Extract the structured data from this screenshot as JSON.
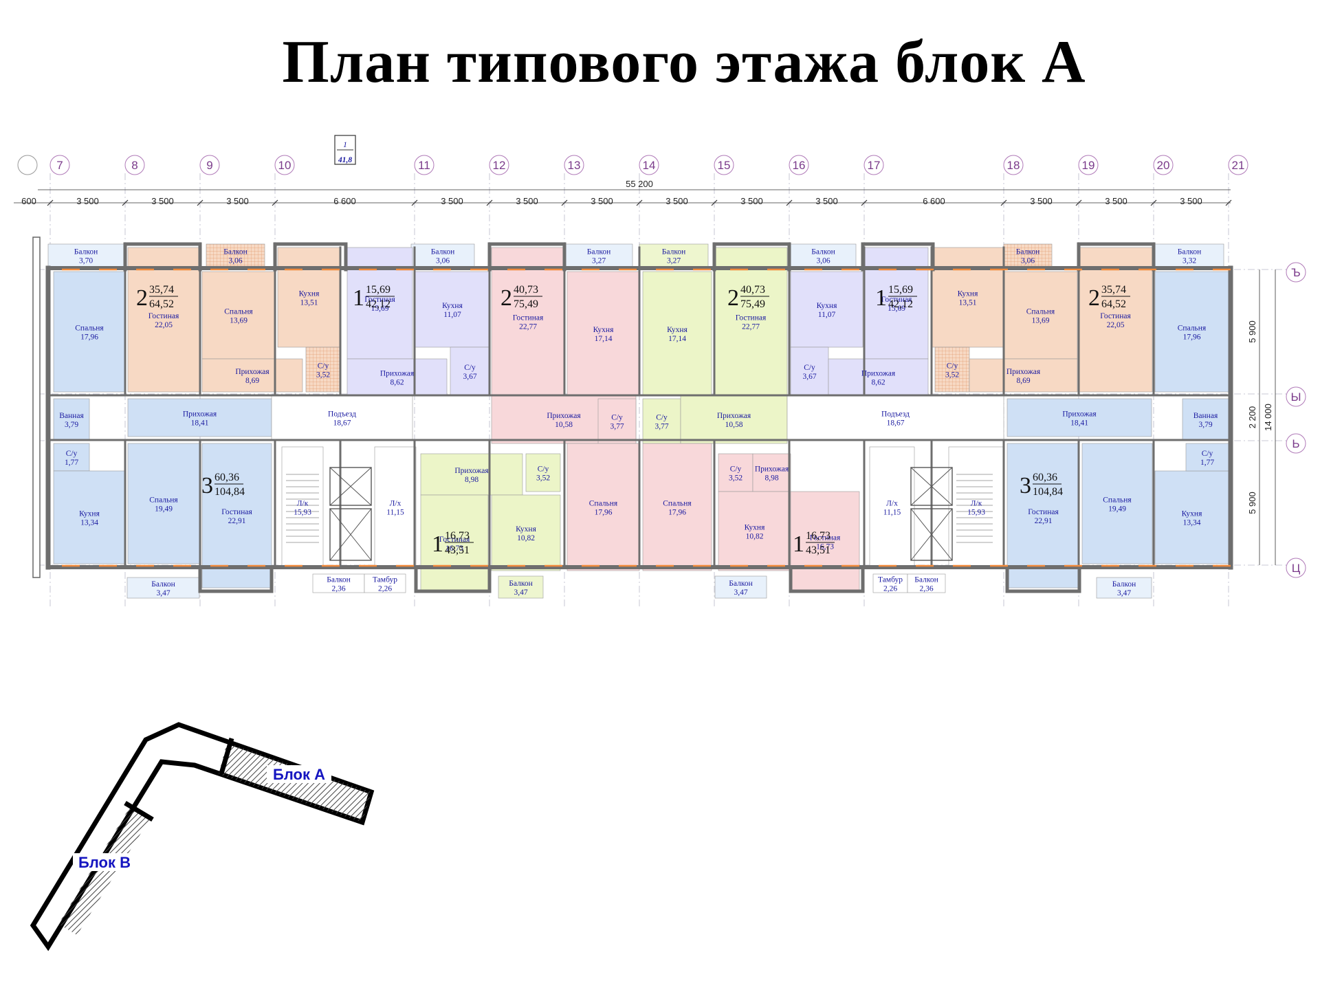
{
  "title": "План типового этажа блок А",
  "axes_top": [
    "7",
    "8",
    "9",
    "10",
    "11",
    "12",
    "13",
    "14",
    "15",
    "16",
    "17",
    "18",
    "19",
    "20",
    "21"
  ],
  "axes_right": [
    "Ъ",
    "Ы",
    "Ь",
    "Ц"
  ],
  "marker": {
    "num": "1",
    "area": "41,8"
  },
  "dims_top": {
    "total": "55 200",
    "offset": "600",
    "spans": [
      "3 500",
      "3 500",
      "3 500",
      "6 600",
      "3 500",
      "3 500",
      "3 500",
      "3 500",
      "3 500",
      "3 500",
      "6 600",
      "3 500",
      "3 500",
      "3 500"
    ]
  },
  "dims_right": {
    "d1": "5 900",
    "d2": "2 200",
    "d3": "5 900",
    "total": "14 000"
  },
  "apartments": [
    {
      "rooms": "2",
      "living": "35,74",
      "total": "64,52"
    },
    {
      "rooms": "1",
      "living": "15,69",
      "total": "42,12"
    },
    {
      "rooms": "2",
      "living": "40,73",
      "total": "75,49"
    },
    {
      "rooms": "2",
      "living": "40,73",
      "total": "75,49"
    },
    {
      "rooms": "1",
      "living": "15,69",
      "total": "42,12"
    },
    {
      "rooms": "2",
      "living": "35,74",
      "total": "64,52"
    },
    {
      "rooms": "3",
      "living": "60,36",
      "total": "104,84"
    },
    {
      "rooms": "1",
      "living": "16,73",
      "total": "43,51"
    },
    {
      "rooms": "1",
      "living": "16,73",
      "total": "43,51"
    },
    {
      "rooms": "3",
      "living": "60,36",
      "total": "104,84"
    }
  ],
  "rooms": [
    {
      "name": "Балкон",
      "area": "3,70"
    },
    {
      "name": "Балкон",
      "area": "3,06"
    },
    {
      "name": "Балкон",
      "area": "3,06"
    },
    {
      "name": "Балкон",
      "area": "3,27"
    },
    {
      "name": "Балкон",
      "area": "3,27"
    },
    {
      "name": "Балкон",
      "area": "3,06"
    },
    {
      "name": "Балкон",
      "area": "3,06"
    },
    {
      "name": "Балкон",
      "area": "3,32"
    },
    {
      "name": "Спальня",
      "area": "17,96"
    },
    {
      "name": "Гостиная",
      "area": "22,05"
    },
    {
      "name": "Спальня",
      "area": "13,69"
    },
    {
      "name": "Кухня",
      "area": "13,51"
    },
    {
      "name": "Прихожая",
      "area": "8,69"
    },
    {
      "name": "С/у",
      "area": "3,52"
    },
    {
      "name": "Гостиная",
      "area": "15,69"
    },
    {
      "name": "Кухня",
      "area": "11,07"
    },
    {
      "name": "Прихожая",
      "area": "8,62"
    },
    {
      "name": "С/у",
      "area": "3,67"
    },
    {
      "name": "Гостиная",
      "area": "22,77"
    },
    {
      "name": "Кухня",
      "area": "17,14"
    },
    {
      "name": "Кухня",
      "area": "17,14"
    },
    {
      "name": "Гостиная",
      "area": "22,77"
    },
    {
      "name": "Кухня",
      "area": "11,07"
    },
    {
      "name": "С/у",
      "area": "3,67"
    },
    {
      "name": "Гостиная",
      "area": "15,69"
    },
    {
      "name": "Прихожая",
      "area": "8,62"
    },
    {
      "name": "Кухня",
      "area": "13,51"
    },
    {
      "name": "С/у",
      "area": "3,52"
    },
    {
      "name": "Спальня",
      "area": "13,69"
    },
    {
      "name": "Прихожая",
      "area": "8,69"
    },
    {
      "name": "Гостиная",
      "area": "22,05"
    },
    {
      "name": "Спальня",
      "area": "17,96"
    },
    {
      "name": "Ванная",
      "area": "3,79"
    },
    {
      "name": "Прихожая",
      "area": "18,41"
    },
    {
      "name": "Подъезд",
      "area": "18,67"
    },
    {
      "name": "Прихожая",
      "area": "10,58"
    },
    {
      "name": "С/у",
      "area": "3,77"
    },
    {
      "name": "С/у",
      "area": "3,77"
    },
    {
      "name": "Прихожая",
      "area": "10,58"
    },
    {
      "name": "Подъезд",
      "area": "18,67"
    },
    {
      "name": "Прихожая",
      "area": "18,41"
    },
    {
      "name": "Ванная",
      "area": "3,79"
    },
    {
      "name": "С/у",
      "area": "1,77"
    },
    {
      "name": "Кухня",
      "area": "13,34"
    },
    {
      "name": "Спальня",
      "area": "19,49"
    },
    {
      "name": "Гостиная",
      "area": "22,91"
    },
    {
      "name": "Л/к",
      "area": "15,93"
    },
    {
      "name": "Л/х",
      "area": "11,15"
    },
    {
      "name": "Прихожая",
      "area": "8,98"
    },
    {
      "name": "С/у",
      "area": "3,52"
    },
    {
      "name": "Гостиная",
      "area": "16,73"
    },
    {
      "name": "Кухня",
      "area": "10,82"
    },
    {
      "name": "Спальня",
      "area": "17,96"
    },
    {
      "name": "Спальня",
      "area": "17,96"
    },
    {
      "name": "С/у",
      "area": "3,52"
    },
    {
      "name": "Прихожая",
      "area": "8,98"
    },
    {
      "name": "Кухня",
      "area": "10,82"
    },
    {
      "name": "Гостиная",
      "area": "16,73"
    },
    {
      "name": "Л/х",
      "area": "11,15"
    },
    {
      "name": "Л/к",
      "area": "15,93"
    },
    {
      "name": "Гостиная",
      "area": "22,91"
    },
    {
      "name": "Спальня",
      "area": "19,49"
    },
    {
      "name": "Кухня",
      "area": "13,34"
    },
    {
      "name": "С/у",
      "area": "1,77"
    },
    {
      "name": "Балкон",
      "area": "3,47"
    },
    {
      "name": "Балкон",
      "area": "2,36"
    },
    {
      "name": "Тамбур",
      "area": "2,26"
    },
    {
      "name": "Балкон",
      "area": "3,47"
    },
    {
      "name": "Балкон",
      "area": "3,47"
    },
    {
      "name": "Тамбур",
      "area": "2,26"
    },
    {
      "name": "Балкон",
      "area": "2,36"
    },
    {
      "name": "Балкон",
      "area": "3,47"
    }
  ],
  "key_plan": {
    "label_a": "Блок А",
    "label_b": "Блок В"
  },
  "colors": {
    "orange": "#f7d9c4",
    "blue": "#cfe0f5",
    "violet": "#e1e0fa",
    "pink": "#f8d8da",
    "green": "#ecf5c8",
    "corridor": "#ffffff",
    "wall": "#6e6e6e",
    "window": "#f08a3c",
    "text": "#1a1aa0"
  }
}
